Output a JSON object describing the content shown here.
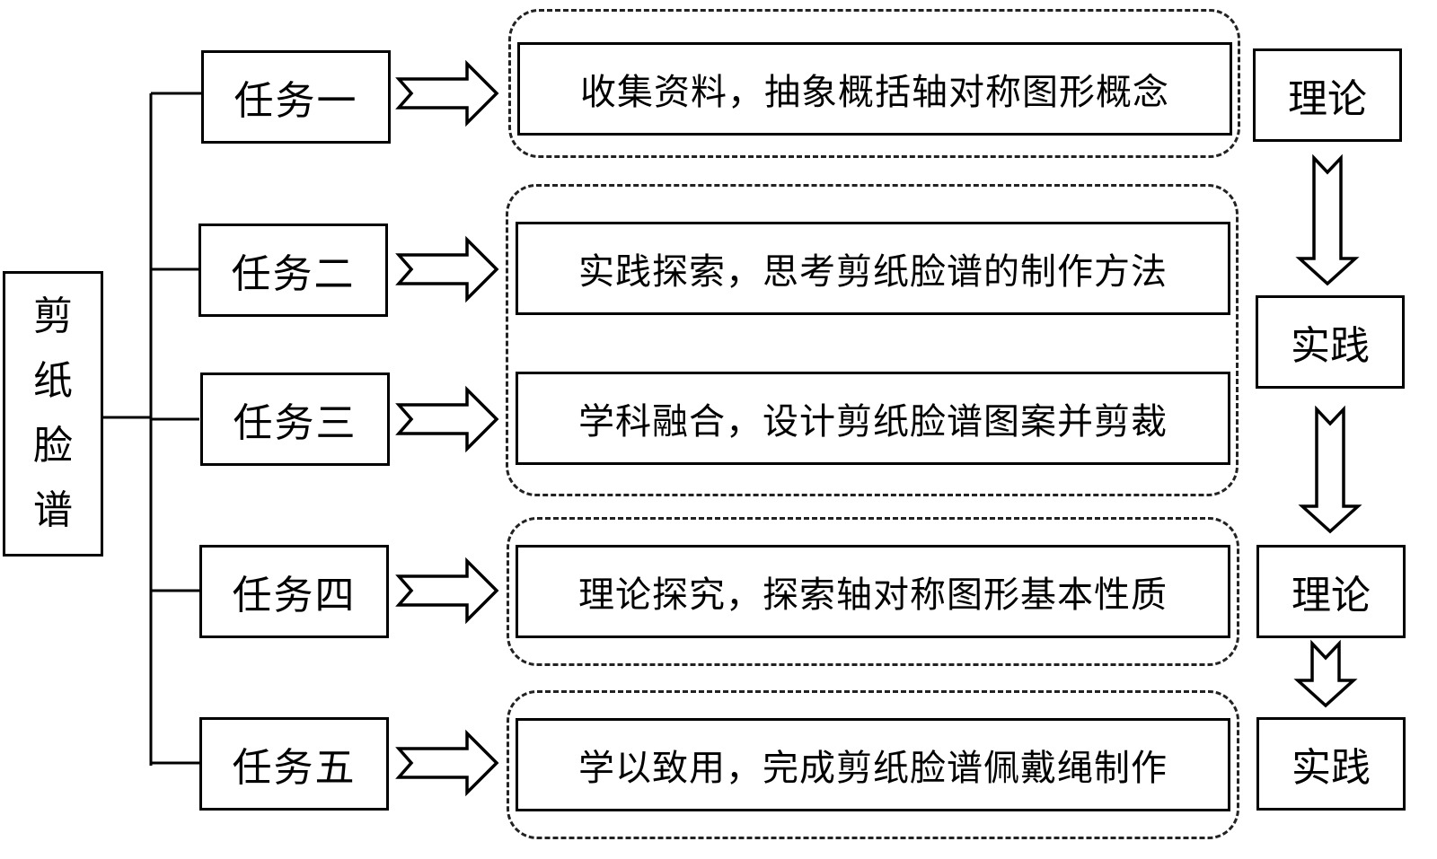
{
  "root": {
    "label_chars": [
      "剪",
      "纸",
      "脸",
      "谱"
    ]
  },
  "tasks": [
    {
      "label": "任务一",
      "description": "收集资料，抽象概括轴对称图形概念"
    },
    {
      "label": "任务二",
      "description": "实践探索，思考剪纸脸谱的制作方法"
    },
    {
      "label": "任务三",
      "description": "学科融合，设计剪纸脸谱图案并剪裁"
    },
    {
      "label": "任务四",
      "description": "理论探究，探索轴对称图形基本性质"
    },
    {
      "label": "任务五",
      "description": "学以致用，完成剪纸脸谱佩戴绳制作"
    }
  ],
  "groups": [
    {
      "tasks": [
        1
      ]
    },
    {
      "tasks": [
        2,
        3
      ]
    },
    {
      "tasks": [
        4
      ]
    },
    {
      "tasks": [
        5
      ]
    }
  ],
  "phases": [
    {
      "label": "理论"
    },
    {
      "label": "实践"
    },
    {
      "label": "理论"
    },
    {
      "label": "实践"
    }
  ]
}
